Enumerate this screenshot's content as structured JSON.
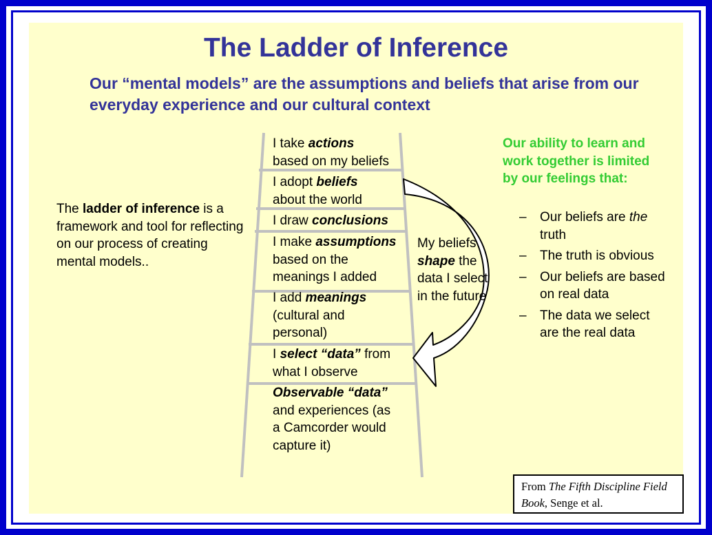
{
  "title": "The Ladder of Inference",
  "subtitle": "Our “mental models” are the assumptions and beliefs that arise from our everyday experience and our cultural context",
  "left_text": {
    "pre": "The ",
    "bold": "ladder of inference",
    "post": " is a framework and tool for reflecting on our process of creating mental models.."
  },
  "rungs": [
    {
      "pre": "I take ",
      "em": "actions",
      "post": "",
      "line2": "based on my beliefs"
    },
    {
      "pre": "I adopt ",
      "em": "beliefs",
      "post": "",
      "line2": "about the world"
    },
    {
      "pre": "I draw ",
      "em": "conclusions",
      "post": "",
      "line2": ""
    },
    {
      "pre": "I make ",
      "em": "assumptions",
      "post": "",
      "line2": "based on the",
      "line3": "meanings I added"
    },
    {
      "pre": "I add ",
      "em": "meanings",
      "post": "",
      "line2": "(cultural and",
      "line3": "personal)"
    },
    {
      "pre": "I ",
      "em": "select “data”",
      "post": " from",
      "line2": "what I observe"
    },
    {
      "pre": "",
      "em": "Observable “data”",
      "post": "",
      "line2": "and experiences (as",
      "line3": "a Camcorder would",
      "line4": "capture it)"
    }
  ],
  "loop_note": {
    "line1": "My beliefs",
    "em": "shape",
    "line2_post": " the",
    "line3": "data I select",
    "line4": "in the future"
  },
  "feelings_heading": "Our ability to learn and work together is limited by our feelings that:",
  "feelings": [
    {
      "pre": "Our beliefs are ",
      "em": "the",
      "post": " truth"
    },
    {
      "pre": "The truth is obvious",
      "em": "",
      "post": ""
    },
    {
      "pre": "Our beliefs are based on real data",
      "em": "",
      "post": ""
    },
    {
      "pre": "The data we select are the real data",
      "em": "",
      "post": ""
    }
  ],
  "bullet_dash": "–",
  "source": {
    "pre": "From ",
    "em": "The Fifth Discipline Field Book",
    "post": ", Senge et al."
  },
  "colors": {
    "frame": "#0000cc",
    "panel": "#ffffcc",
    "title": "#333399",
    "green": "#33cc33",
    "ladder": "#c0c0c0"
  }
}
